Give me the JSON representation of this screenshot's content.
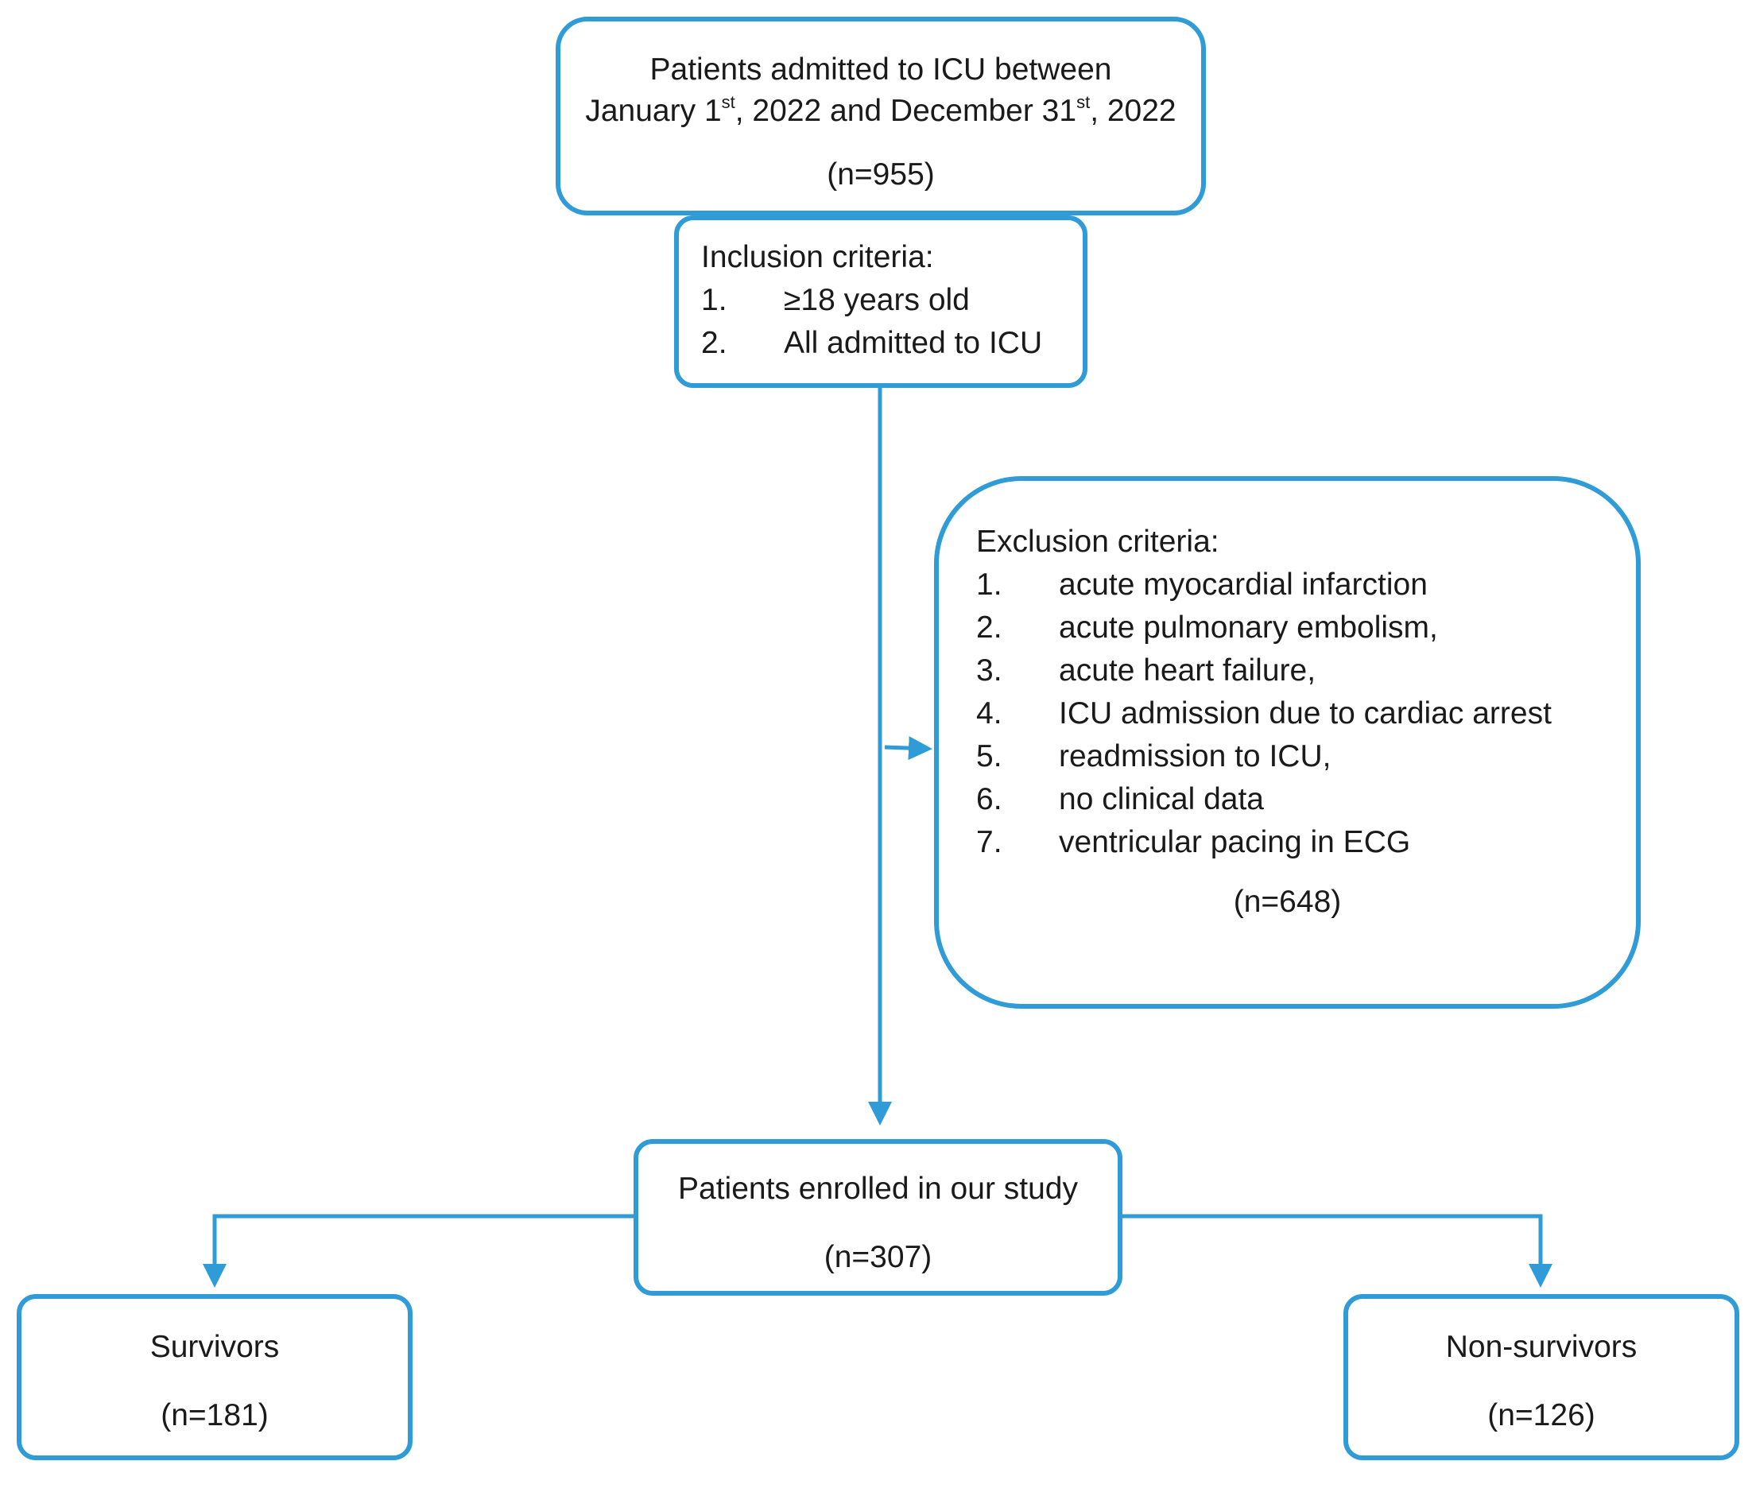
{
  "colors": {
    "border": "#2f9bd7",
    "text": "#1a1a1a",
    "background": "#ffffff"
  },
  "admitted": {
    "line1": "Patients admitted to ICU between",
    "line2_a": "January 1",
    "line2_sup1": "st",
    "line2_b": ", 2022 and December 31",
    "line2_sup2": "st",
    "line2_c": ", 2022",
    "count": "(n=955)"
  },
  "inclusion": {
    "title": "Inclusion criteria:",
    "items": [
      {
        "num": "1.",
        "text": "≥18 years old"
      },
      {
        "num": "2.",
        "text": "All admitted to ICU"
      }
    ]
  },
  "exclusion": {
    "title": "Exclusion criteria:",
    "items": [
      {
        "num": "1.",
        "text": "acute myocardial infarction"
      },
      {
        "num": "2.",
        "text": "acute pulmonary embolism,"
      },
      {
        "num": "3.",
        "text": "acute heart failure,"
      },
      {
        "num": "4.",
        "text": "ICU admission due to cardiac arrest"
      },
      {
        "num": "5.",
        "text": "readmission to ICU,"
      },
      {
        "num": "6.",
        "text": "no clinical data"
      },
      {
        "num": "7.",
        "text": "ventricular pacing in ECG"
      }
    ],
    "count": "(n=648)"
  },
  "enrolled": {
    "title": "Patients enrolled in our study",
    "count": "(n=307)"
  },
  "survivors": {
    "title": "Survivors",
    "count": "(n=181)"
  },
  "non_survivors": {
    "title": "Non-survivors",
    "count": "(n=126)"
  }
}
